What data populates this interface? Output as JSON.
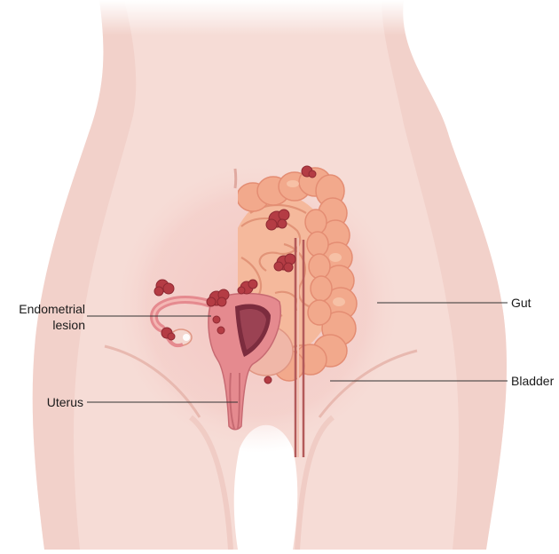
{
  "labels": {
    "endometrial_lesion_line1": "Endometrial",
    "endometrial_lesion_line2": "lesion",
    "uterus": "Uterus",
    "gut": "Gut",
    "bladder": "Bladder"
  },
  "colors": {
    "skin": "#f6dcd6",
    "skin_shadow": "#efc9c1",
    "pelvic_glow": "#f3c1bd",
    "intestine": "#f2a98c",
    "intestine_dark": "#e48d73",
    "intestine_light": "#f7c7ad",
    "lesion": "#b43c44",
    "lesion_dark": "#8f2a33",
    "uterus": "#e58a8f",
    "uterus_inner": "#7c2c3e",
    "bladder": "#f0b7a8",
    "leader_line": "#333333"
  }
}
